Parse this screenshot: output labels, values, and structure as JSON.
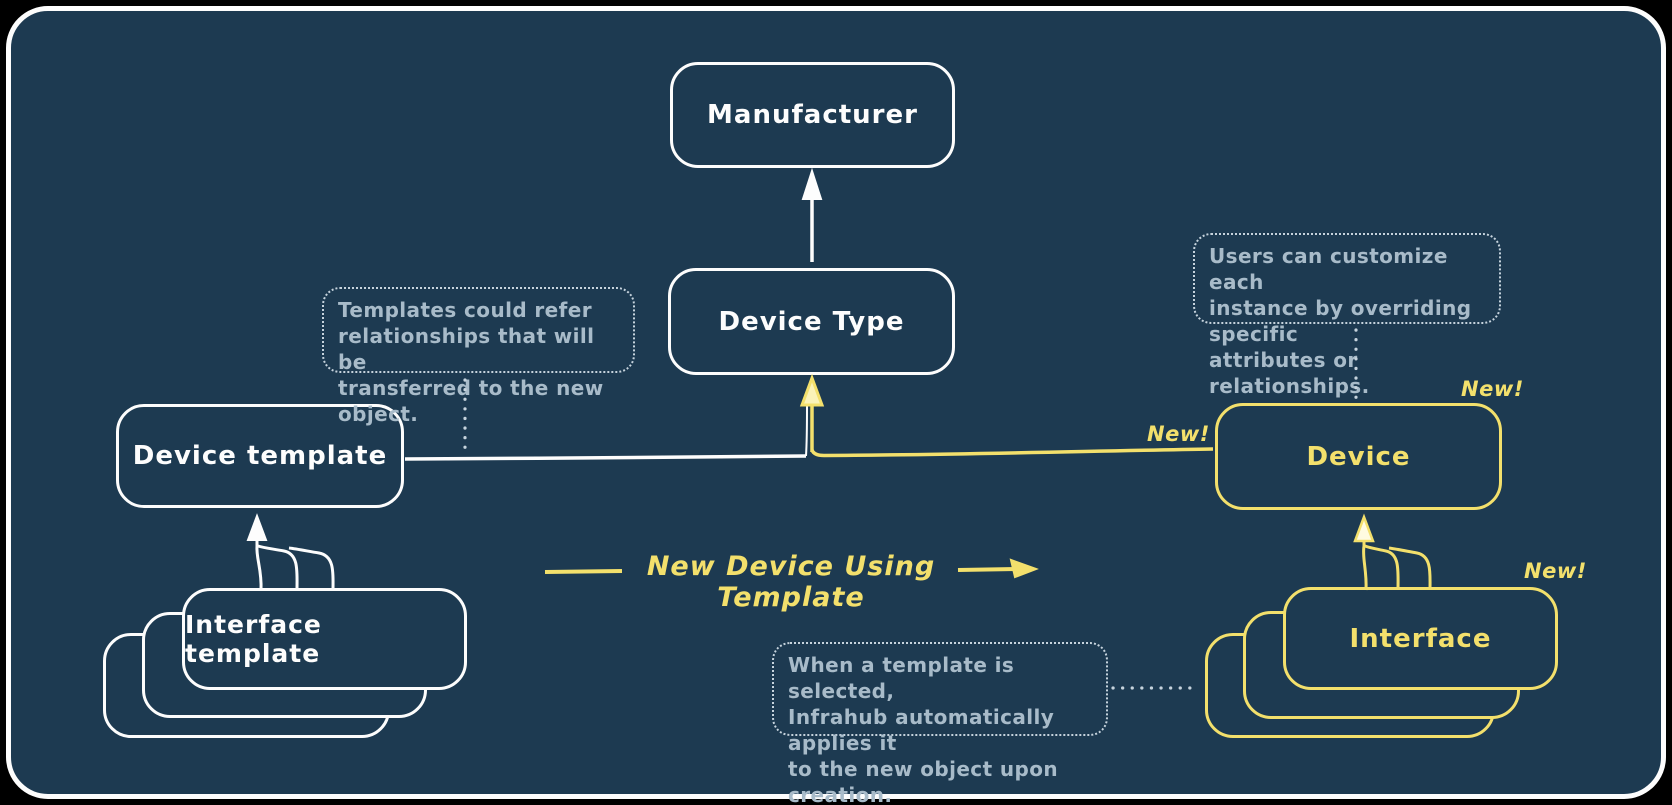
{
  "colors": {
    "page_bg": "#000000",
    "panel_bg": "#1d3a51",
    "panel_border": "#fdfdfd",
    "stroke_white": "#fdfdfd",
    "accent_yellow": "#f3e06c",
    "note_text": "#a8bbc9",
    "dotted_connector": "#c6d3dd"
  },
  "nodes": {
    "manufacturer": {
      "label": "Manufacturer"
    },
    "device_type": {
      "label": "Device Type"
    },
    "device_template": {
      "label": "Device template"
    },
    "interface_template": {
      "label": "Interface template"
    },
    "device": {
      "label": "Device"
    },
    "interface": {
      "label": "Interface"
    }
  },
  "flow": {
    "label": "New Device Using Template"
  },
  "badges": {
    "new_on_line": "New!",
    "new_on_device": "New!",
    "new_on_interface": "New!"
  },
  "annotations": {
    "templates": {
      "lines": [
        "Templates could refer",
        "relationships that will be",
        "transferred to the new object."
      ]
    },
    "customize": {
      "lines": [
        "Users can customize each",
        "instance by overriding specific",
        "attributes or relationships."
      ]
    },
    "apply": {
      "lines": [
        "When a template is selected,",
        "Infrahub automatically applies it",
        "to the new object upon creation."
      ]
    }
  }
}
